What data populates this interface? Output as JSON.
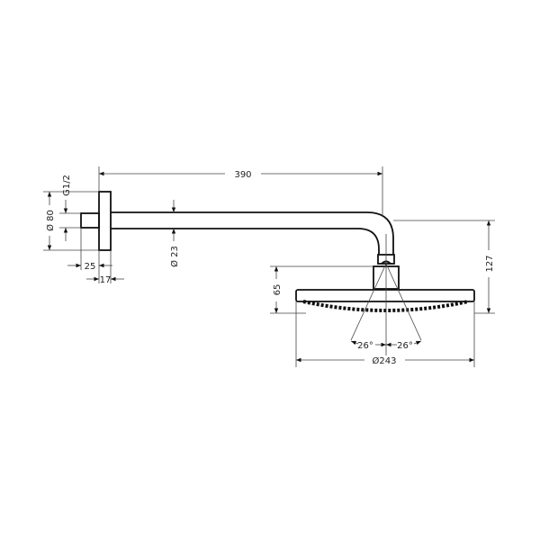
{
  "drawing": {
    "dimensions": {
      "arm_length": "390",
      "flange_diameter": "Ø 80",
      "thread": "G1/2",
      "nipple_length": "25",
      "flange_thickness": "17",
      "arm_diameter": "Ø 23",
      "head_height": "65",
      "total_drop": "127",
      "head_diameter": "Ø243",
      "spray_angle_left": "26°",
      "spray_angle_right": "26°"
    },
    "line_color": "#111111",
    "background": "#ffffff"
  }
}
